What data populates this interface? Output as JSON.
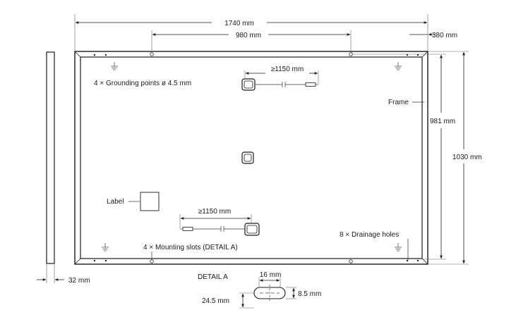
{
  "dimensions": {
    "total_width": "1740 mm",
    "mounting_spacing": "980 mm",
    "edge_offset": "380 mm",
    "inner_height": "981 mm",
    "total_height": "1030 mm",
    "frame_thickness": "32 mm"
  },
  "callouts": {
    "grounding": "4 × Grounding points ø 4.5 mm",
    "frame": "Frame",
    "label": "Label",
    "cable_top": "≥1150 mm",
    "cable_bottom": "≥1150 mm",
    "mounting_slots": "4 × Mounting slots (DETAIL A)",
    "drainage": "8 × Drainage holes"
  },
  "detail": {
    "title": "DETAIL A",
    "slot_length": "16 mm",
    "slot_height": "8.5 mm",
    "slot_offset": "24.5 mm"
  }
}
